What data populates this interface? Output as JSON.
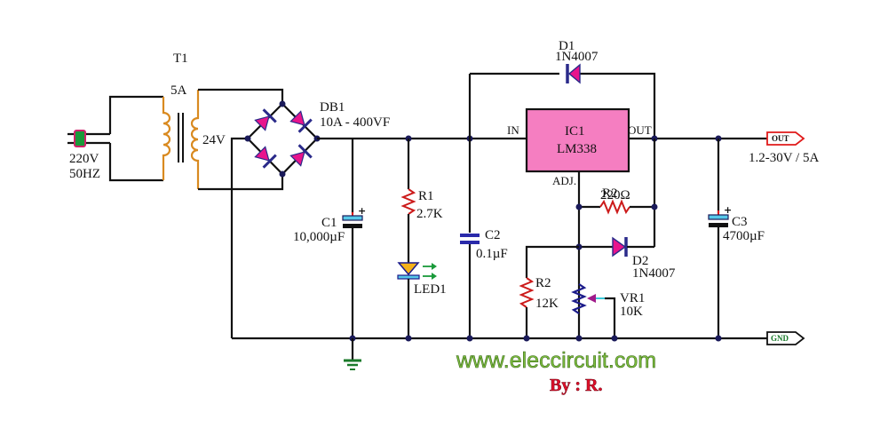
{
  "title": "LM338 adjustable power supply 1.2-30V / 5A",
  "colors": {
    "wire": "#111111",
    "coil": "#d98a20",
    "diode_fill": "#e8148c",
    "diode_bar": "#2a2a8a",
    "resistor": "#cc1a1a",
    "pot": "#1a1a8a",
    "ic_fill": "#f57ec1",
    "cap_plate": "#56c8e8",
    "led_fill": "#f5b21a",
    "arrow_green": "#1a9a3a",
    "out_tag": "#e01a1a",
    "gnd_tag": "#1a7a2a",
    "website": "#7fbf3f",
    "author": "#e0102a"
  },
  "components": {
    "input": {
      "voltage": "220V",
      "freq": "50HZ"
    },
    "t1": {
      "ref": "T1",
      "rating": "5A",
      "secondary": "24V"
    },
    "db1": {
      "ref": "DB1",
      "rating": "10A - 400VF"
    },
    "c1": {
      "ref": "C1",
      "value": "10,000µF",
      "polarity": "+"
    },
    "r1": {
      "ref": "R1",
      "value": "2.7K"
    },
    "led1": {
      "ref": "LED1"
    },
    "c2": {
      "ref": "C2",
      "value": "0.1µF"
    },
    "ic1": {
      "ref": "IC1",
      "part": "LM338",
      "pin_in": "IN",
      "pin_out": "OUT",
      "pin_adj": "ADJ."
    },
    "d1": {
      "ref": "D1",
      "part": "1N4007"
    },
    "r2_top": {
      "ref": "R2",
      "value": "220Ω"
    },
    "d2": {
      "ref": "D2",
      "part": "1N4007"
    },
    "r2_bottom": {
      "ref": "R2",
      "value": "12K"
    },
    "vr1": {
      "ref": "VR1",
      "value": "10K"
    },
    "c3": {
      "ref": "C3",
      "value": "4700µF",
      "polarity": "+"
    }
  },
  "ports": {
    "out": {
      "label": "OUT",
      "spec": "1.2-30V / 5A"
    },
    "gnd": {
      "label": "GND"
    }
  },
  "credits": {
    "website": "www.eleccircuit.com",
    "author": "By : R."
  }
}
